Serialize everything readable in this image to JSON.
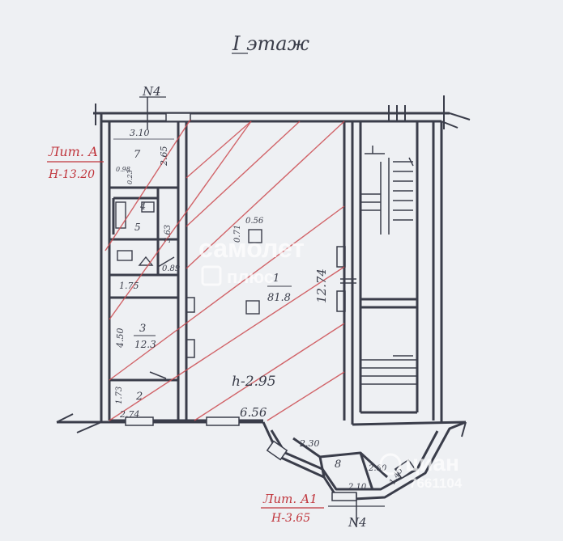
{
  "floor_title": "I этаж",
  "axis_marks": {
    "top": "N4",
    "bottom": "N4"
  },
  "lit_a": {
    "label": "Лит. А",
    "height": "Н-13.20"
  },
  "lit_a1": {
    "label": "Лит. А1",
    "height": "Н-3.65"
  },
  "rooms": {
    "r1": {
      "number": "1",
      "area": "81.8",
      "height": "h-2.95",
      "width": "6.56",
      "length": "12.74",
      "small": "0.56",
      "small2": "0.71"
    },
    "r2": {
      "number": "2",
      "dim_w": "2.74",
      "dim_h": "1.73"
    },
    "r3": {
      "number": "3",
      "area": "12.3",
      "dim_h": "4.50"
    },
    "r4": {
      "number": "4"
    },
    "r5": {
      "number": "5",
      "dim_h": "3.63"
    },
    "r6": {
      "dim": "1.75",
      "dim2": "0.89"
    },
    "r7": {
      "number": "7",
      "dim_w": "3.10",
      "dim_h": "2.65",
      "tiny1": "0.98",
      "tiny2": "0.23"
    },
    "r8": {
      "number": "8",
      "dim_a": "2.30",
      "dim_b": "2.60",
      "dim_c": "2.10",
      "dim_d": "1.45"
    }
  },
  "watermark": {
    "brand": "самолет",
    "sub": "плюс",
    "site": "циан",
    "id": "7661104"
  },
  "colors": {
    "ink": "#3a3d4a",
    "red": "#c0353c",
    "hatch": "#cc4b50",
    "watermark": "#ffffff"
  }
}
